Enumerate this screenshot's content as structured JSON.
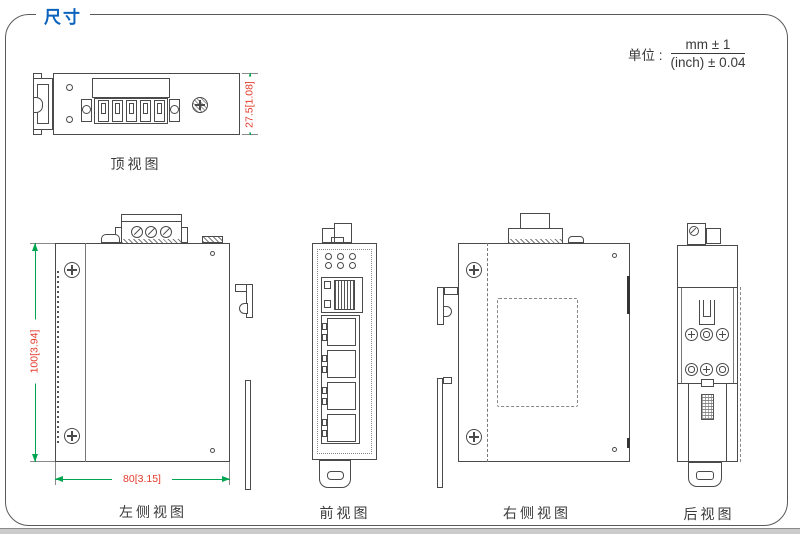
{
  "header": {
    "title": "尺寸"
  },
  "units": {
    "label": "单位 :",
    "metric": "mm ± 1",
    "imperial": "(inch) ± 0.04"
  },
  "views": {
    "top": {
      "label": "顶视图",
      "dim_depth": "27.5[1.08]"
    },
    "left_side": {
      "label": "左侧视图",
      "dim_height": "100[3.94]",
      "dim_width": "80[3.15]"
    },
    "front": {
      "label": "前视图"
    },
    "right_side": {
      "label": "右侧视图"
    },
    "rear": {
      "label": "后视图"
    }
  },
  "colors": {
    "title_blue": "#0b63bd",
    "dimension_text_red": "#e23c2c",
    "dimension_line_green": "#00a551",
    "drawing_line": "#4a4a4a",
    "footer_strip_gray": "#cbcbcb"
  }
}
